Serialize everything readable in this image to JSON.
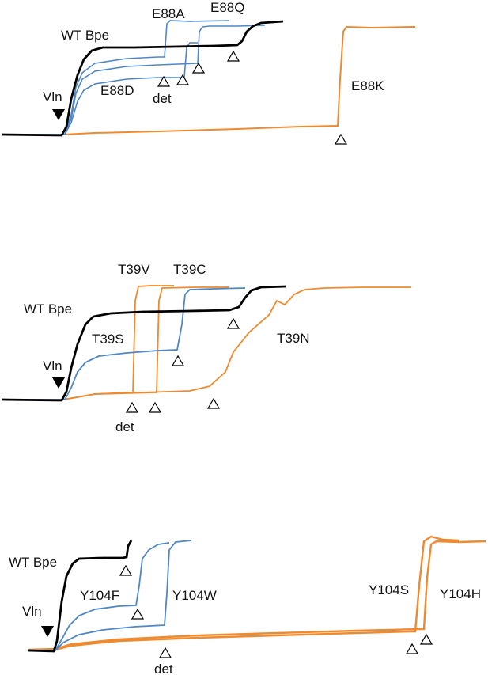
{
  "colors": {
    "wt": "#000000",
    "blue": "#4f86c6",
    "orange": "#ee8a30"
  },
  "chart_data": [
    {
      "type": "line",
      "panel": "top",
      "series": [
        {
          "name": "WT Bpe",
          "color": "#000000",
          "x": [
            0,
            0.1,
            0.14,
            0.2,
            0.3,
            0.5,
            0.7,
            0.82,
            0.86,
            0.9,
            0.95,
            1
          ],
          "y": [
            0,
            0,
            0.05,
            0.75,
            0.8,
            0.8,
            0.8,
            0.82,
            0.9,
            0.98,
            1,
            1
          ]
        },
        {
          "name": "E88A",
          "color": "#4f86c6",
          "x": [
            0,
            0.12,
            0.2,
            0.3,
            0.5,
            0.58,
            0.6,
            0.7,
            0.9
          ],
          "y": [
            0,
            0,
            0.55,
            0.65,
            0.7,
            0.7,
            1,
            1,
            1
          ]
        },
        {
          "name": "E88Q",
          "color": "#4f86c6",
          "x": [
            0,
            0.12,
            0.2,
            0.3,
            0.5,
            0.66,
            0.68,
            0.8,
            0.94
          ],
          "y": [
            0,
            0,
            0.5,
            0.6,
            0.65,
            0.65,
            0.95,
            0.95,
            0.95
          ]
        },
        {
          "name": "E88D",
          "color": "#4f86c6",
          "x": [
            0,
            0.12,
            0.2,
            0.3,
            0.5,
            0.62,
            0.64,
            0.7
          ],
          "y": [
            0,
            0,
            0.4,
            0.5,
            0.55,
            0.55,
            0.8,
            0.8
          ]
        },
        {
          "name": "E88K",
          "color": "#ee8a30",
          "x": [
            0,
            0.12,
            0.2,
            0.5,
            1.4,
            1.52,
            1.54,
            1.6,
            1.85
          ],
          "y": [
            0,
            0,
            0.02,
            0.05,
            0.1,
            0.12,
            1,
            1,
            1
          ]
        }
      ],
      "labels": [
        "WT Bpe",
        "E88A",
        "E88Q",
        "E88D",
        "E88K"
      ],
      "annotations": [
        "Vln",
        "det"
      ]
    },
    {
      "type": "line",
      "panel": "middle",
      "series": [
        {
          "name": "WT Bpe",
          "color": "#000000",
          "x": [
            0,
            0.1,
            0.14,
            0.2,
            0.3,
            0.5,
            0.8,
            0.84,
            0.88,
            0.92,
            1
          ],
          "y": [
            0,
            0,
            0.05,
            0.7,
            0.75,
            0.75,
            0.77,
            0.85,
            0.95,
            1,
            1
          ]
        },
        {
          "name": "T39V",
          "color": "#ee8a30",
          "x": [
            0,
            0.12,
            0.45,
            0.47,
            0.5,
            0.7
          ],
          "y": [
            0,
            0,
            0.02,
            1,
            1,
            1
          ]
        },
        {
          "name": "T39C",
          "color": "#ee8a30",
          "x": [
            0,
            0.12,
            0.55,
            0.57,
            0.6,
            0.8
          ],
          "y": [
            0,
            0,
            0.02,
            0.98,
            0.98,
            0.98
          ]
        },
        {
          "name": "T39S",
          "color": "#4f86c6",
          "x": [
            0,
            0.12,
            0.2,
            0.3,
            0.6,
            0.62,
            0.66,
            0.8,
            0.87
          ],
          "y": [
            0,
            0,
            0.4,
            0.48,
            0.5,
            0.5,
            0.95,
            0.95,
            0.95
          ]
        },
        {
          "name": "T39N",
          "color": "#ee8a30",
          "x": [
            0,
            0.12,
            0.7,
            0.8,
            0.9,
            1.0,
            1.1,
            1.2,
            1.4,
            1.7
          ],
          "y": [
            0,
            0,
            0.05,
            0.15,
            0.35,
            0.55,
            0.75,
            0.95,
            1,
            1
          ]
        }
      ],
      "labels": [
        "WT Bpe",
        "T39V",
        "T39C",
        "T39S",
        "T39N"
      ],
      "annotations": [
        "Vln",
        "det"
      ]
    },
    {
      "type": "line",
      "panel": "bottom",
      "series": [
        {
          "name": "WT Bpe",
          "color": "#000000",
          "x": [
            0,
            0.1,
            0.12,
            0.15,
            0.2,
            0.3,
            0.38,
            0.4,
            0.42
          ],
          "y": [
            0,
            0,
            0.3,
            0.7,
            0.75,
            0.75,
            0.75,
            0.95,
            1
          ]
        },
        {
          "name": "Y104F",
          "color": "#4f86c6",
          "x": [
            0,
            0.1,
            0.2,
            0.3,
            0.42,
            0.45,
            0.5,
            0.6
          ],
          "y": [
            0,
            0.05,
            0.4,
            0.45,
            0.45,
            0.9,
            1,
            1
          ]
        },
        {
          "name": "Y104W",
          "color": "#4f86c6",
          "x": [
            0,
            0.1,
            0.2,
            0.3,
            0.5,
            0.52,
            0.6
          ],
          "y": [
            0,
            0.05,
            0.15,
            0.2,
            0.2,
            1,
            1
          ]
        },
        {
          "name": "Y104S",
          "color": "#ee8a30",
          "x": [
            0,
            0.1,
            0.3,
            0.8,
            1.3,
            1.4,
            1.44,
            1.5,
            1.6
          ],
          "y": [
            0,
            0.02,
            0.05,
            0.1,
            0.15,
            0.16,
            1,
            1,
            1
          ]
        },
        {
          "name": "Y104H",
          "color": "#ee8a30",
          "x": [
            0,
            0.1,
            0.3,
            0.8,
            1.3,
            1.42,
            1.46,
            1.5,
            1.6
          ],
          "y": [
            0,
            0.02,
            0.05,
            0.1,
            0.16,
            0.17,
            0.98,
            0.98,
            0.98
          ]
        }
      ],
      "labels": [
        "WT Bpe",
        "Y104F",
        "Y104W",
        "Y104S",
        "Y104H"
      ],
      "annotations": [
        "Vln",
        "det"
      ]
    }
  ]
}
